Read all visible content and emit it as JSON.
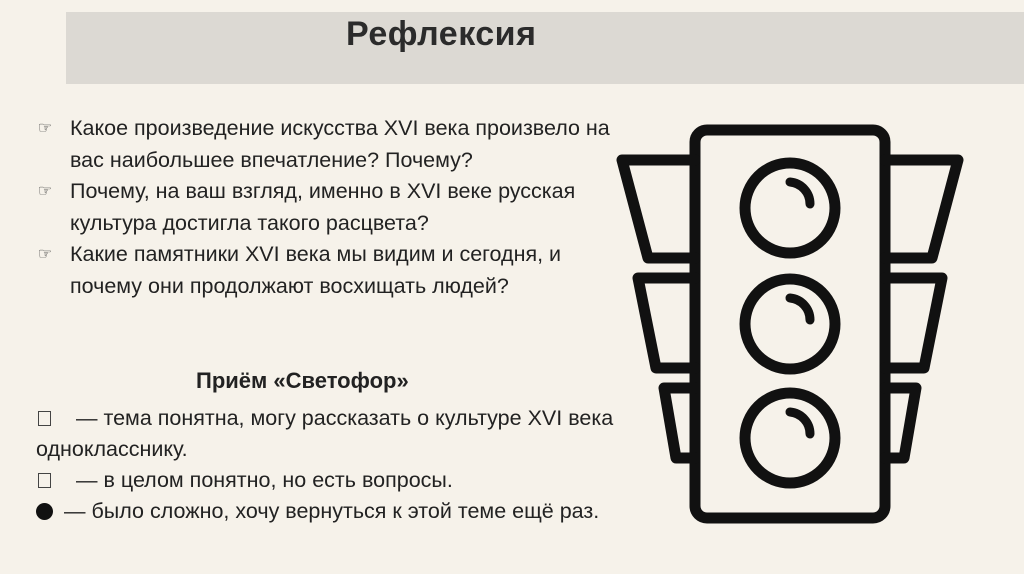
{
  "slide": {
    "title": "Рефлексия",
    "questions": [
      "Какое произведение искусства XVI века произвело на вас наибольшее впечатление? Почему?",
      "Почему, на ваш взгляд, именно в XVI веке русская культура достигла такого расцвета?",
      "Какие памятники XVI века мы видим и сегодня, и почему они продолжают восхищать людей?"
    ],
    "method_title": "Приём «Светофор»",
    "legend": [
      "— тема понятна, могу рассказать о культуре XVI века однокласснику.",
      "— в целом понятно, но есть вопросы.",
      "— было сложно, хочу вернуться к этой теме ещё раз."
    ],
    "icons": {
      "bullet": "hand-pointer-icon",
      "illustration": "traffic-light-icon"
    },
    "colors": {
      "background": "#f6f2ea",
      "title_bar": "#dcd9d3",
      "text": "#222222"
    }
  }
}
